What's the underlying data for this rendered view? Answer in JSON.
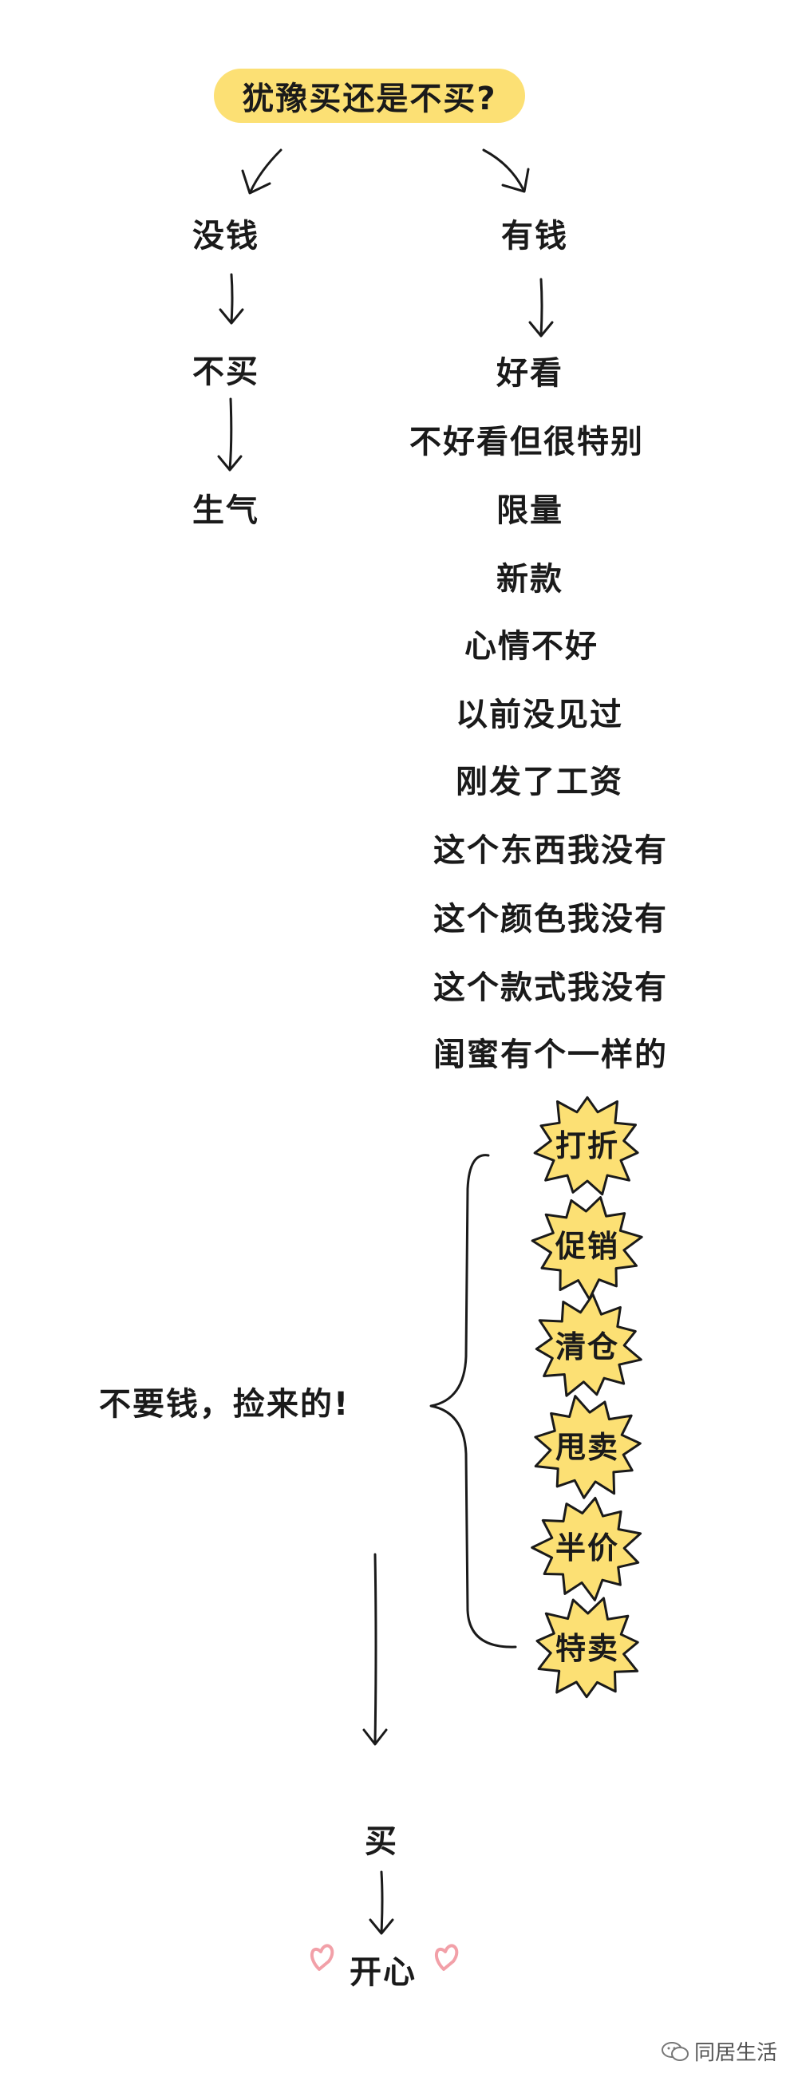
{
  "title": "犹豫买还是不买?",
  "left_branch": [
    "没钱",
    "不买",
    "生气"
  ],
  "right_branch": [
    "有钱",
    "好看",
    "不好看但很特别",
    "限量",
    "新款",
    "心情不好",
    "以前没见过",
    "刚发了工资",
    "这个东西我没有",
    "这个颜色我没有",
    "这个款式我没有",
    "闺蜜有个一样的"
  ],
  "free_label": "不要钱，捡来的!",
  "stars": [
    "打折",
    "促销",
    "清仓",
    "甩卖",
    "半价",
    "特卖"
  ],
  "result": "买",
  "final": "开心",
  "watermark": "同居生活",
  "colors": {
    "highlight": "#fce074",
    "star_fill": "#fce074",
    "heart": "#f2a0a8",
    "ink": "#1a1a1a"
  }
}
